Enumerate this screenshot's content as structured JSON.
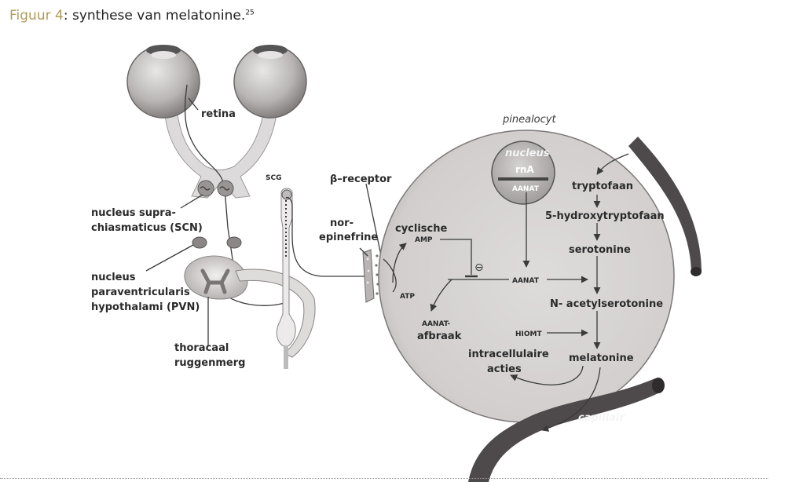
{
  "caption": {
    "figure": "Figuur 4",
    "text": ": synthese van melatonine.",
    "ref": "25"
  },
  "labels": {
    "retina": "retina",
    "scn_1": "nucleus supra-",
    "scn_2": "chiasmaticus (SCN)",
    "pvn_1": "nucleus",
    "pvn_2": "paraventricularis",
    "pvn_3": "hypothalami (PVN)",
    "spinal_1": "thoracaal",
    "spinal_2": "ruggenmerg",
    "scg": "SCG",
    "beta_receptor": "β–receptor",
    "norepi_1": "nor-",
    "norepi_2": "epinefrine",
    "pinealocyt": "pinealocyt",
    "nucleus": "nucleus",
    "rna": "rnA",
    "aanat_nucleus": "AANAT",
    "cyclic_1": "cyclische",
    "cyclic_2": "AMP",
    "atp": "ATP",
    "inhibit": "⊖",
    "aanat": "AANAT",
    "aanat_breakdown_1": "AANAT-",
    "aanat_breakdown_2": "afbraak",
    "tryptophan": "tryptofaan",
    "htp": "5-hydroxytryptofaan",
    "serotonin": "serotonine",
    "n_acetyl": "N- acetylserotonine",
    "hiomt": "HIOMT",
    "melatonin": "melatonine",
    "intracell_1": "intracellulaire",
    "intracell_2": "acties",
    "capillair": "capillair"
  },
  "colors": {
    "figure_label": "#b19a5a",
    "cell": "#d6d3d3",
    "vessel": "#4e4a4b",
    "text": "#2a2a2a"
  }
}
